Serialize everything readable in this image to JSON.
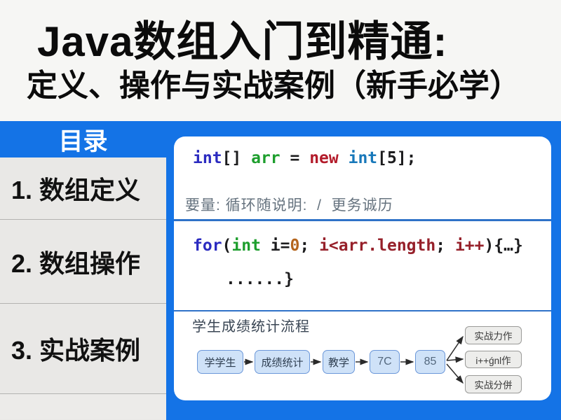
{
  "header": {
    "title": "Java数组入门到精通:",
    "subtitle": "定义、操作与实战案例（新手必学）"
  },
  "sidebar": {
    "header": "目录",
    "items": [
      {
        "label": "1. 数组定义"
      },
      {
        "label": "2. 数组操作"
      },
      {
        "label": "3. 实战案例"
      }
    ]
  },
  "card": {
    "line1": {
      "t1": "int",
      "t2": "[] ",
      "t3": "arr",
      "t4": " = ",
      "t5": "new",
      "t6": " ",
      "t7": "int",
      "t8": "[5];"
    },
    "annotation": "要量: 循环随说明:  /  更务诚历",
    "line2": {
      "t1": "for",
      "t2": "(",
      "t3": "int",
      "t4": " i=",
      "t5": "0",
      "t6": "; ",
      "t7": "i<arr.length",
      "t8": "; ",
      "t9": "i++",
      "t10": "){…}"
    },
    "line2_cont": "......}",
    "flow": {
      "title": "学生成绩统计流程",
      "nodes": [
        "学学生",
        "成绩统计",
        "教学",
        "7C",
        "85"
      ],
      "results": [
        "实战力作",
        "i++ǵnl作",
        "实战分併"
      ]
    }
  },
  "palette": {
    "background_blue": "#1473e6",
    "sidebar_gray": "#e9e8e6",
    "card_white": "#ffffff",
    "section_divider_blue": "#2f72c8",
    "keyword_indigo": "#2b2bc0",
    "identifier_green": "#1d9e2d",
    "keyword_red": "#b31b2a",
    "type_teal": "#1878ba",
    "number_orange": "#b5651d",
    "condition_maroon": "#96202a",
    "annotation_gray": "#66737f",
    "flow_node_fill": "#cfe2f8",
    "flow_node_border": "#6b97d9",
    "result_node_fill": "#ededeb",
    "result_node_border": "#9a9a98"
  }
}
